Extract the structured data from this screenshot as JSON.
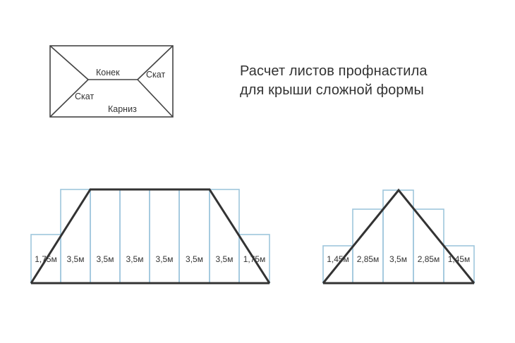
{
  "title": {
    "line1": "Расчет листов профнастила",
    "line2": "для крыши сложной формы"
  },
  "plan_labels": {
    "ridge": "Конек",
    "slope_right": "Скат",
    "slope_left": "Скат",
    "eave": "Карниз"
  },
  "trapezoid_sheets": [
    "1,75м",
    "3,5м",
    "3,5м",
    "3,5м",
    "3,5м",
    "3,5м",
    "3,5м",
    "1,75м"
  ],
  "triangle_sheets": [
    "1,45м",
    "2,85м",
    "3,5м",
    "2,85м",
    "1,45м"
  ],
  "colors": {
    "sheet_outline": "#9ec6dc",
    "roof_line": "#333333",
    "text": "#333333"
  }
}
